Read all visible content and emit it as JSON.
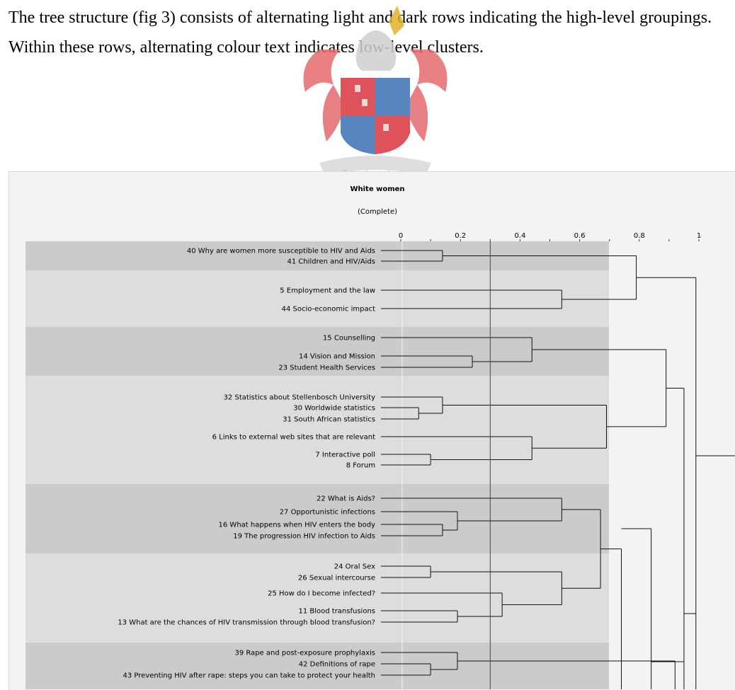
{
  "paragraph": "The tree structure (fig 3) consists of alternating light and dark rows indicating the high-level groupings.  Within these rows, alternating colour text indicates low-level clusters.",
  "seal_motto": "Pectora roborant cultus recti",
  "colors": {
    "band_dark": "#cbcbcb",
    "band_light": "#dddddd",
    "panel": "#f1f1f1",
    "line": "#111111",
    "seal_red": "#d9363e",
    "seal_blue": "#3b6fb6",
    "seal_gold": "#e2b12c"
  },
  "chart_data": {
    "type": "dendrogram",
    "title": "White women",
    "subtitle": "(Complete)",
    "xlim": [
      0,
      1
    ],
    "x_ticks": [
      "0",
      "0.2",
      "0.4",
      "0.6",
      "0.8",
      "1"
    ],
    "cut_line": 0.3,
    "leaves": [
      {
        "id": "40",
        "label": "40  Why are women more susceptible to HIV and Aids"
      },
      {
        "id": "41",
        "label": "41  Children and HIV/Aids"
      },
      {
        "id": "5",
        "label": "5  Employment and the law"
      },
      {
        "id": "44",
        "label": "44  Socio-economic impact"
      },
      {
        "id": "15",
        "label": "15  Counselling"
      },
      {
        "id": "14",
        "label": "14  Vision and Mission"
      },
      {
        "id": "23",
        "label": "23  Student Health Services"
      },
      {
        "id": "32",
        "label": "32  Statistics about Stellenbosch University"
      },
      {
        "id": "30",
        "label": "30  Worldwide statistics"
      },
      {
        "id": "31",
        "label": "31  South African statistics"
      },
      {
        "id": "6",
        "label": "6  Links to external web sites that are relevant"
      },
      {
        "id": "7",
        "label": "7  Interactive poll"
      },
      {
        "id": "8",
        "label": "8  Forum"
      },
      {
        "id": "22",
        "label": "22  What is Aids?"
      },
      {
        "id": "27",
        "label": "27  Opportunistic infections"
      },
      {
        "id": "16",
        "label": "16  What happens when HIV enters the body"
      },
      {
        "id": "19",
        "label": "19  The progression HIV infection to Aids"
      },
      {
        "id": "24",
        "label": "24  Oral Sex"
      },
      {
        "id": "26",
        "label": "26  Sexual intercourse"
      },
      {
        "id": "25",
        "label": "25  How do I become infected?"
      },
      {
        "id": "11",
        "label": "11  Blood transfusions"
      },
      {
        "id": "13",
        "label": "13  What are the chances of HIV transmission through blood transfusion?"
      },
      {
        "id": "39",
        "label": "39  Rape and post-exposure prophylaxis"
      },
      {
        "id": "42",
        "label": "42  Definitions of rape"
      },
      {
        "id": "43",
        "label": "43  Preventing HIV after rape:  steps you can take to protect your health"
      }
    ],
    "merges": [
      {
        "a": "40",
        "b": "41",
        "height": 0.14
      },
      {
        "a": "5",
        "b": "44",
        "height": 0.54
      },
      {
        "a": "m0",
        "b": "m1",
        "height": 0.79
      },
      {
        "a": "14",
        "b": "23",
        "height": 0.24
      },
      {
        "a": "15",
        "b": "m3",
        "height": 0.44
      },
      {
        "a": "30",
        "b": "31",
        "height": 0.06
      },
      {
        "a": "32",
        "b": "m5",
        "height": 0.14
      },
      {
        "a": "7",
        "b": "8",
        "height": 0.1
      },
      {
        "a": "6",
        "b": "m7",
        "height": 0.44
      },
      {
        "a": "m6",
        "b": "m8",
        "height": 0.69
      },
      {
        "a": "m4",
        "b": "m9",
        "height": 0.89
      },
      {
        "a": "16",
        "b": "19",
        "height": 0.14
      },
      {
        "a": "27",
        "b": "m11",
        "height": 0.19
      },
      {
        "a": "22",
        "b": "m12",
        "height": 0.54
      },
      {
        "a": "24",
        "b": "26",
        "height": 0.1
      },
      {
        "a": "11",
        "b": "13",
        "height": 0.19
      },
      {
        "a": "25",
        "b": "m15",
        "height": 0.34
      },
      {
        "a": "m14",
        "b": "m16",
        "height": 0.54
      },
      {
        "a": "m13",
        "b": "m17",
        "height": 0.67
      },
      {
        "a": "42",
        "b": "43",
        "height": 0.1
      },
      {
        "a": "39",
        "b": "m19",
        "height": 0.19
      }
    ],
    "grid": false
  }
}
